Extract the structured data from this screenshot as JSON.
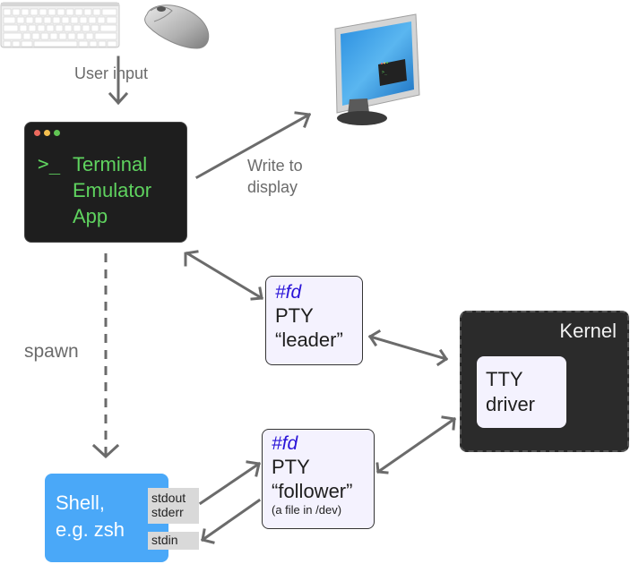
{
  "diagram": {
    "input": {
      "keyboard_icon": "keyboard-icon",
      "mouse_icon": "mouse-icon",
      "label": "User input"
    },
    "terminal_app": {
      "prompt": ">_",
      "title_lines": [
        "Terminal",
        "Emulator",
        "App"
      ],
      "window_dots": [
        "#ed6a5e",
        "#f5bf4f",
        "#61c554"
      ]
    },
    "display": {
      "monitor_icon": "monitor-icon",
      "label_lines": [
        "Write to",
        "display"
      ]
    },
    "spawn_label": "spawn",
    "pty_leader": {
      "fd": "#fd",
      "title": "PTY",
      "role": "“leader”"
    },
    "pty_follower": {
      "fd": "#fd",
      "title": "PTY",
      "role": "“follower”",
      "note": "(a file in /dev)"
    },
    "kernel": {
      "label": "Kernel",
      "tty_driver_lines": [
        "TTY",
        "driver"
      ]
    },
    "shell": {
      "title_lines": [
        "Shell,",
        "e.g. zsh"
      ],
      "stdout": "stdout",
      "stderr": "stderr",
      "stdin": "stdin"
    },
    "colors": {
      "terminal_green": "#5fd35f",
      "fd_blue": "#2a14d8",
      "shell_blue": "#4aa8f8",
      "box_fill": "#f4f2fe",
      "kernel_fill": "#2b2b2b",
      "arrow_gray": "#6b6b6b"
    }
  }
}
